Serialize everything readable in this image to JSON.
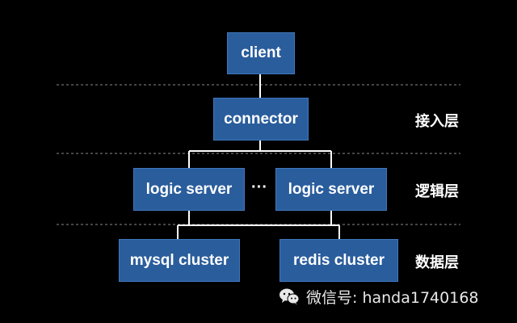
{
  "nodes": {
    "client": "client",
    "connector": "connector",
    "logic_server_1": "logic server",
    "logic_server_2": "logic server",
    "mysql_cluster": "mysql cluster",
    "redis_cluster": "redis cluster"
  },
  "ellipsis": "···",
  "layers": {
    "access": "接入层",
    "logic": "逻辑层",
    "data": "数据层"
  },
  "watermark": {
    "text": "微信号: handa1740168",
    "icon": "wechat-icon"
  },
  "colors": {
    "background": "#000000",
    "node_fill": "#2a5d9c",
    "connector_line": "#ffffff",
    "separator": "#8a8a8a"
  }
}
